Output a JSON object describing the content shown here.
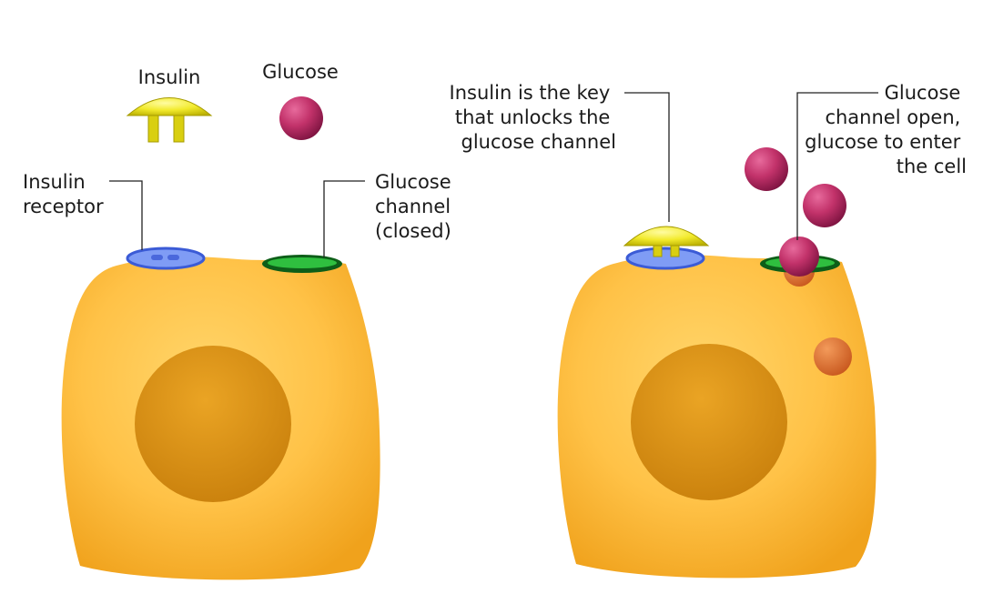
{
  "colors": {
    "cell_light": "#ffc247",
    "cell_dark": "#f0a21c",
    "nucleus_light": "#eaa424",
    "nucleus_dark": "#c9800c",
    "insulin": "#f2ea2c",
    "insulin_dark": "#b9ae00",
    "glucose": "#c2326a",
    "glucose_dark": "#7d1340",
    "receptor": "#7f9cf5",
    "receptor_dark": "#3b5bd6",
    "channel": "#1e9b2f",
    "channel_dark": "#0d5e18",
    "absorbed_glucose": "#e07638"
  },
  "legend": {
    "insulin_label": "Insulin",
    "glucose_label": "Glucose"
  },
  "left_cell": {
    "receptor_label": [
      "Insulin",
      "receptor"
    ],
    "channel_label": [
      "Glucose",
      "channel",
      "(closed)"
    ]
  },
  "right_cell": {
    "key_label": [
      "Insulin is the key",
      "that unlocks the",
      "glucose channel"
    ],
    "open_label": [
      "Glucose",
      "channel open,",
      "glucose to enter",
      "the cell"
    ]
  }
}
